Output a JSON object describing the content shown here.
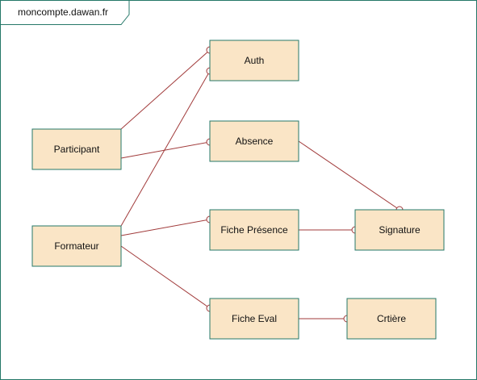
{
  "frame": {
    "title": "moncompte.dawan.fr"
  },
  "colors": {
    "node_fill": "#fae5c6",
    "node_border": "#257868",
    "edge": "#a13b3b"
  },
  "nodes": {
    "auth": "Auth",
    "absence": "Absence",
    "participant": "Participant",
    "formateur": "Formateur",
    "fiche_presence": "Fiche Présence",
    "signature": "Signature",
    "fiche_eval": "Fiche Eval",
    "critere": "Crtière"
  },
  "edges": [
    {
      "from": "participant",
      "to": "auth"
    },
    {
      "from": "participant",
      "to": "absence"
    },
    {
      "from": "formateur",
      "to": "auth"
    },
    {
      "from": "formateur",
      "to": "fiche_presence"
    },
    {
      "from": "formateur",
      "to": "fiche_eval"
    },
    {
      "from": "absence",
      "to": "signature"
    },
    {
      "from": "fiche_presence",
      "to": "signature"
    },
    {
      "from": "fiche_eval",
      "to": "critere"
    }
  ]
}
